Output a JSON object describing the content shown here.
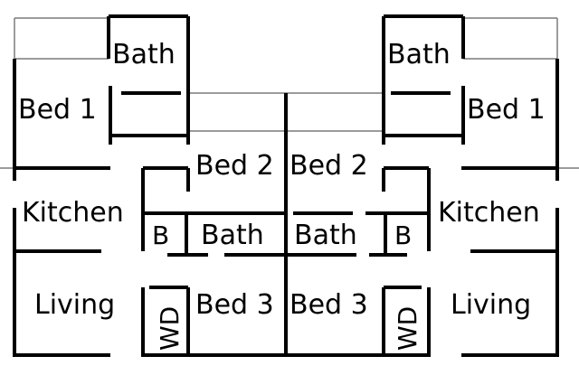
{
  "plan": {
    "colors": {
      "wall": "#000000",
      "thin_line": "#7a7a7a",
      "background": "#ffffff"
    },
    "rooms": {
      "left_bath_top": "Bath",
      "left_bed1": "Bed 1",
      "left_bed2": "Bed 2",
      "left_kitchen": "Kitchen",
      "left_b": "B",
      "left_bath_mid": "Bath",
      "left_living": "Living",
      "left_wd": "WD",
      "left_bed3": "Bed 3",
      "right_bath_top": "Bath",
      "right_bed1": "Bed 1",
      "right_bed2": "Bed 2",
      "right_kitchen": "Kitchen",
      "right_b": "B",
      "right_bath_mid": "Bath",
      "right_living": "Living",
      "right_wd": "WD",
      "right_bed3": "Bed 3"
    }
  }
}
